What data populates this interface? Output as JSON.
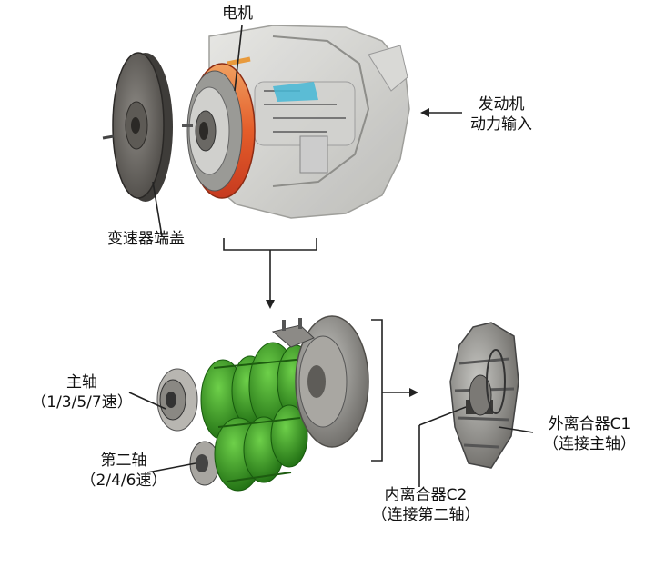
{
  "labels": {
    "motor": "电机",
    "engine_input": [
      "发动机",
      "动力输入"
    ],
    "end_cover": "变速器端盖",
    "main_shaft": [
      "主轴",
      "（1/3/5/7速）"
    ],
    "second_shaft": [
      "第二轴",
      "（2/4/6速）"
    ],
    "outer_clutch": [
      "外离合器C1",
      "（连接主轴）"
    ],
    "inner_clutch": [
      "内离合器C2",
      "（连接第二轴）"
    ]
  },
  "colors": {
    "gear_green": "#2f8f1f",
    "motor_orange": "#e8782a",
    "housing_gray": "#c9c9c6",
    "line": "#222222"
  },
  "icons": [
    "arrow-left-icon",
    "arrow-down-icon",
    "arrow-right-icon"
  ]
}
